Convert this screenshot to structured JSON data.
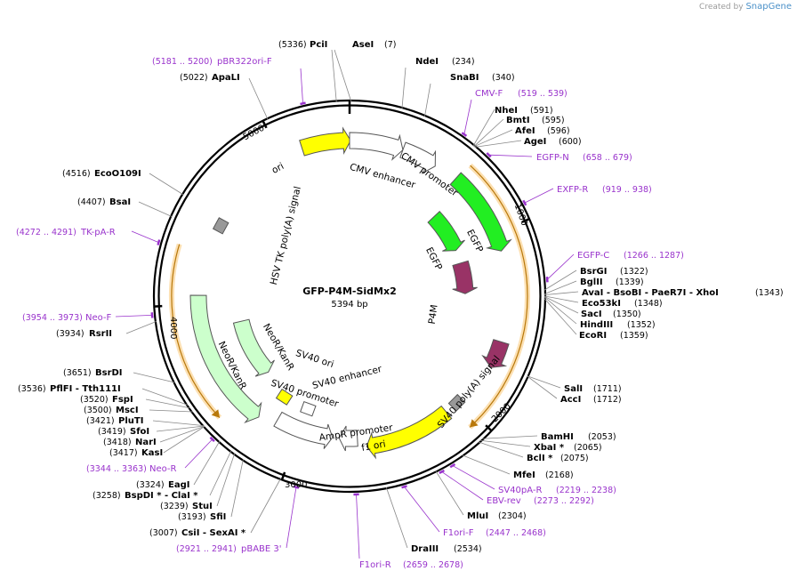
{
  "credit": {
    "prefix": "Created by",
    "brand": "SnapGene"
  },
  "plasmid": {
    "name": "GFP-P4M-SidMx2",
    "length_label": "5394 bp",
    "length_bp": 5394
  },
  "ruler": [
    "1000",
    "2000",
    "3000",
    "4000",
    "5000"
  ],
  "colors": {
    "ori": "#ffff00",
    "egfp": "#22ee22",
    "p4m": "#993366",
    "neo": "#ccffcc",
    "generic": "#ffffff",
    "polyA": "#999999",
    "primer": "#9933cc",
    "orf": "#f5a623",
    "backbone": "#000000"
  },
  "features": [
    {
      "name": "ori",
      "start": 5127,
      "end": 5400,
      "type": "ori"
    },
    {
      "name": "CMV enhancer",
      "start": 5394,
      "end": 300,
      "type": "generic"
    },
    {
      "name": "CMV promoter",
      "start": 300,
      "end": 500,
      "type": "generic"
    },
    {
      "name": "EGFP",
      "start": 630,
      "end": 1100,
      "type": "egfp"
    },
    {
      "name": "EGFP",
      "start": 700,
      "end": 1000,
      "type": "egfp"
    },
    {
      "name": "P4M",
      "start": 1100,
      "end": 1330,
      "type": "p4m"
    },
    {
      "name": "P4M",
      "start": 1600,
      "end": 1750,
      "type": "p4m"
    },
    {
      "name": "SV40 poly(A) signal",
      "start": 1990,
      "end": 2050,
      "type": "polyA"
    },
    {
      "name": "f1 ori",
      "start": 2100,
      "end": 2600,
      "type": "ori"
    },
    {
      "name": "AmpR promoter",
      "start": 2650,
      "end": 2760,
      "type": "generic"
    },
    {
      "name": "SV40 promoter",
      "start": 2800,
      "end": 3150,
      "type": "generic"
    },
    {
      "name": "SV40 enhancer",
      "start": 2950,
      "end": 3050,
      "type": "generic"
    },
    {
      "name": "SV40 ori",
      "start": 3150,
      "end": 3230,
      "type": "ori"
    },
    {
      "name": "NeoR/KanR",
      "start": 3250,
      "end": 4050,
      "type": "neo"
    },
    {
      "name": "NeoR/KanR",
      "start": 3400,
      "end": 3850,
      "type": "neo"
    },
    {
      "name": "HSV TK poly(A) signal",
      "start": 4450,
      "end": 4500,
      "type": "polyA"
    }
  ],
  "enzymes_right": [
    {
      "name": "AseI",
      "pos": "(7)",
      "bp": 7
    },
    {
      "name": "NdeI",
      "pos": "(234)",
      "bp": 234
    },
    {
      "name": "SnaBI",
      "pos": "(340)",
      "bp": 340
    },
    {
      "name": "NheI",
      "pos": "(591)",
      "bp": 591
    },
    {
      "name": "BmtI",
      "pos": "(595)",
      "bp": 595
    },
    {
      "name": "AfeI",
      "pos": "(596)",
      "bp": 596
    },
    {
      "name": "AgeI",
      "pos": "(600)",
      "bp": 600
    },
    {
      "name": "BsrGI",
      "pos": "(1322)",
      "bp": 1322
    },
    {
      "name": "BglII",
      "pos": "(1339)",
      "bp": 1339
    },
    {
      "name": "AvaI  -  BsoBI  -  PaeR7I  -  XhoI",
      "pos": "(1343)",
      "bp": 1343
    },
    {
      "name": "Eco53kI",
      "pos": "(1348)",
      "bp": 1348
    },
    {
      "name": "SacI",
      "pos": "(1350)",
      "bp": 1350
    },
    {
      "name": "HindIII",
      "pos": "(1352)",
      "bp": 1352
    },
    {
      "name": "EcoRI",
      "pos": "(1359)",
      "bp": 1359
    },
    {
      "name": "SalI",
      "pos": "(1711)",
      "bp": 1711
    },
    {
      "name": "AccI",
      "pos": "(1712)",
      "bp": 1712
    },
    {
      "name": "BamHI",
      "pos": "(2053)",
      "bp": 2053
    },
    {
      "name": "XbaI *",
      "pos": "(2065)",
      "bp": 2065
    },
    {
      "name": "BclI *",
      "pos": "(2075)",
      "bp": 2075
    },
    {
      "name": "MfeI",
      "pos": "(2168)",
      "bp": 2168
    },
    {
      "name": "MluI",
      "pos": "(2304)",
      "bp": 2304
    },
    {
      "name": "DraIII",
      "pos": "(2534)",
      "bp": 2534
    }
  ],
  "enzymes_left": [
    {
      "name": "PciI",
      "pos": "(5336)",
      "bp": 5336
    },
    {
      "name": "ApaLI",
      "pos": "(5022)",
      "bp": 5022
    },
    {
      "name": "EcoO109I",
      "pos": "(4516)",
      "bp": 4516
    },
    {
      "name": "BsaI",
      "pos": "(4407)",
      "bp": 4407
    },
    {
      "name": "RsrII",
      "pos": "(3934)",
      "bp": 3934
    },
    {
      "name": "BsrDI",
      "pos": "(3651)",
      "bp": 3651
    },
    {
      "name": "PflFI  -  Tth111I",
      "pos": "(3536)",
      "bp": 3536
    },
    {
      "name": "FspI",
      "pos": "(3520)",
      "bp": 3520
    },
    {
      "name": "MscI",
      "pos": "(3500)",
      "bp": 3500
    },
    {
      "name": "PluTI",
      "pos": "(3421)",
      "bp": 3421
    },
    {
      "name": "SfoI",
      "pos": "(3419)",
      "bp": 3419
    },
    {
      "name": "NarI",
      "pos": "(3418)",
      "bp": 3418
    },
    {
      "name": "KasI",
      "pos": "(3417)",
      "bp": 3417
    },
    {
      "name": "EagI",
      "pos": "(3324)",
      "bp": 3324
    },
    {
      "name": "BspDI *  -  ClaI *",
      "pos": "(3258)",
      "bp": 3258
    },
    {
      "name": "StuI",
      "pos": "(3239)",
      "bp": 3239
    },
    {
      "name": "SfiI",
      "pos": "(3193)",
      "bp": 3193
    },
    {
      "name": "CsiI  -  SexAI  *",
      "pos": "(3007)",
      "bp": 3007
    }
  ],
  "primers": [
    {
      "name": "pBR322ori-F",
      "pos": "(5181 .. 5200)",
      "bp": 5190
    },
    {
      "name": "CMV-F",
      "pos": "(519 .. 539)",
      "bp": 529
    },
    {
      "name": "EGFP-N",
      "pos": "(658 .. 679)",
      "bp": 668
    },
    {
      "name": "EXFP-R",
      "pos": "(919 .. 938)",
      "bp": 928
    },
    {
      "name": "EGFP-C",
      "pos": "(1266 .. 1287)",
      "bp": 1276
    },
    {
      "name": "SV40pA-R",
      "pos": "(2219 .. 2238)",
      "bp": 2228
    },
    {
      "name": "EBV-rev",
      "pos": "(2273 .. 2292)",
      "bp": 2282
    },
    {
      "name": "F1ori-F",
      "pos": "(2447 .. 2468)",
      "bp": 2457
    },
    {
      "name": "F1ori-R",
      "pos": "(2659 .. 2678)",
      "bp": 2668
    },
    {
      "name": "pBABE 3'",
      "pos": "(2921 .. 2941)",
      "bp": 2931
    },
    {
      "name": "Neo-R",
      "pos": "(3344 .. 3363)",
      "bp": 3353
    },
    {
      "name": "Neo-F",
      "pos": "(3954 .. 3973)",
      "bp": 3963
    },
    {
      "name": "TK-pA-R",
      "pos": "(4272 .. 4291)",
      "bp": 4281
    }
  ]
}
